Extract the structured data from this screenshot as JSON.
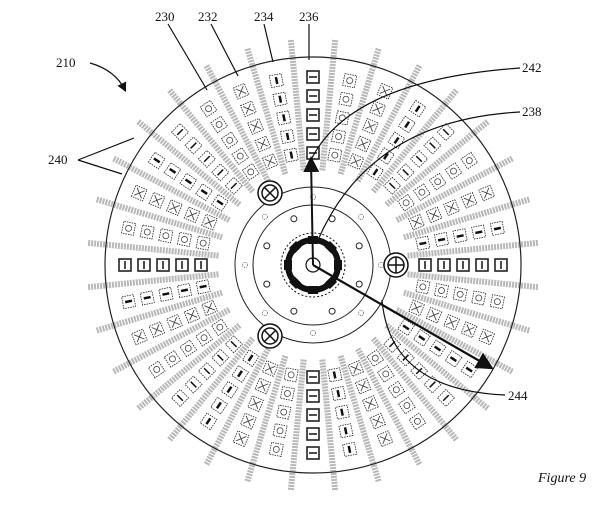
{
  "figure": {
    "caption": "Figure 9",
    "labels": {
      "l210": "210",
      "l230": "230",
      "l232": "232",
      "l234": "234",
      "l236": "236",
      "l238": "238",
      "l240": "240",
      "l242": "242",
      "l244": "244"
    },
    "rows": 32,
    "cells_per_row": 5
  },
  "colors": {
    "ink": "#111111",
    "spoke": "#b8b8b8"
  }
}
